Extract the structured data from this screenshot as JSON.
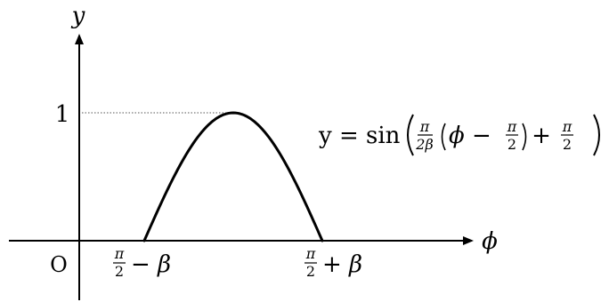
{
  "axes": {
    "y_label": "y",
    "x_label": "ϕ",
    "origin_label": "O",
    "y_tick_label": "1"
  },
  "x_ticks": {
    "left": {
      "frac_num": "π",
      "frac_den": "2",
      "rest": "− β"
    },
    "right": {
      "frac_num": "π",
      "frac_den": "2",
      "rest": "+ β"
    }
  },
  "formula": {
    "lhs": "y = sin",
    "outer_frac_num": "π",
    "outer_frac_den": "2β",
    "inner_lead": "ϕ −",
    "inner_frac_num": "π",
    "inner_frac_den": "2",
    "tail_op": "+",
    "tail_frac_num": "π",
    "tail_frac_den": "2"
  },
  "colors": {
    "ink": "#000000",
    "guide": "#555555",
    "background": "#ffffff"
  }
}
